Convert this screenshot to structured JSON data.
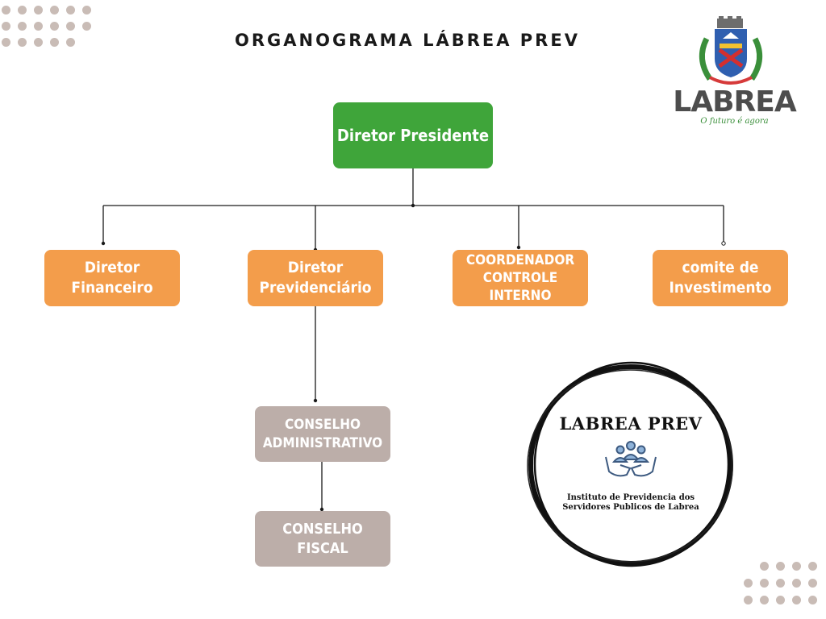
{
  "title": "ORGANOGRAMA LÁBREA PREV",
  "nodes": {
    "president": "Diretor Presidente",
    "financial": [
      "Diretor",
      "Financeiro"
    ],
    "social_security": [
      "Diretor",
      "Previdenciário"
    ],
    "internal_control": [
      "COORDENADOR",
      "CONTROLE INTERNO"
    ],
    "investment": [
      "comite de",
      "Investimento"
    ],
    "admin_council": [
      "CONSELHO",
      "ADMINISTRATIVO"
    ],
    "fiscal_council": [
      "CONSELHO",
      "FISCAL"
    ]
  },
  "edges": [
    [
      "president",
      "financial"
    ],
    [
      "president",
      "social_security"
    ],
    [
      "president",
      "internal_control"
    ],
    [
      "president",
      "investment"
    ],
    [
      "social_security",
      "admin_council"
    ],
    [
      "admin_council",
      "fiscal_council"
    ]
  ],
  "municipal_logo": {
    "text": "LABREA",
    "tagline": "O futuro é agora"
  },
  "seal": {
    "title": "LABREA PREV",
    "subtitle_line1": "Instituto de Previdencia dos",
    "subtitle_line2": "Servidores Publicos de Labrea"
  },
  "colors": {
    "green": "#3fa53a",
    "orange": "#f39d4b",
    "grey": "#bcaea9",
    "dots": "#c9bcb6"
  }
}
